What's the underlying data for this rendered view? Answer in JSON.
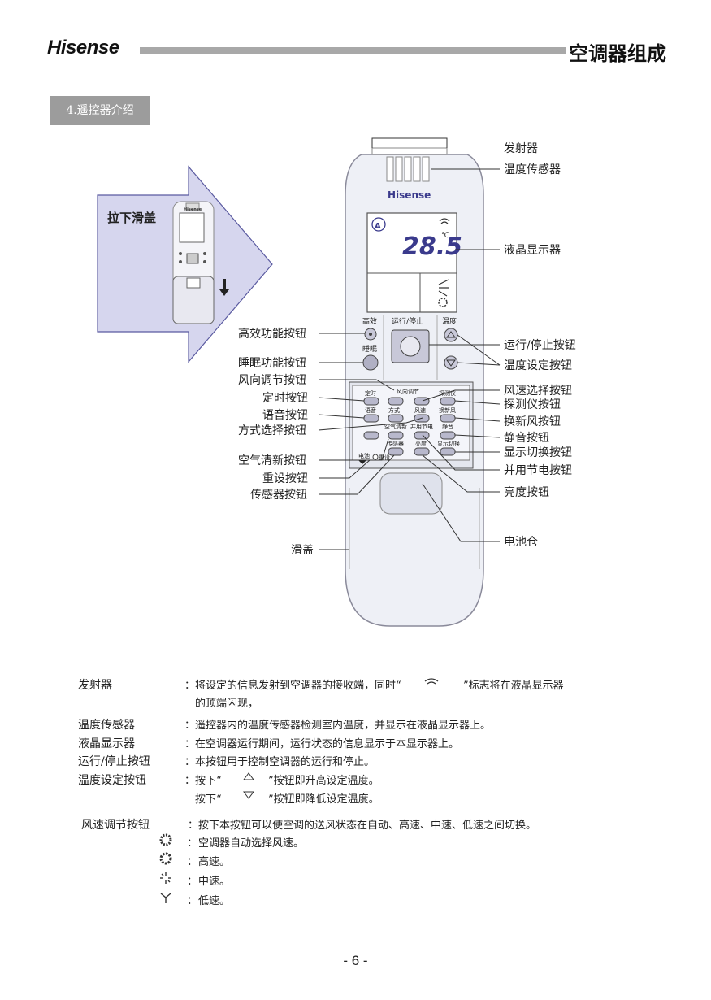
{
  "header": {
    "brand": "Hisense",
    "title": "空调器组成"
  },
  "section": {
    "label": "4.遥控器介绍"
  },
  "inset": {
    "label": "拉下滑盖",
    "brand_small": "Hisense"
  },
  "remote": {
    "brand": "Hisense",
    "temp": "28.5",
    "unit": "℃",
    "auto": "A",
    "btn_gaoxiao": "高效",
    "btn_shuimian": "睡眠",
    "btn_runstop": "运行/停止",
    "btn_temp": "温度",
    "row1": [
      "定时",
      "风向调节",
      "探测仪"
    ],
    "row2": [
      "语音",
      "方式",
      "风速",
      "换新风"
    ],
    "row3": [
      "空气清新",
      "并用节电",
      "静音"
    ],
    "row4": [
      "传感器",
      "亮度",
      "显示切换"
    ],
    "battery": "电池",
    "reset": "重设"
  },
  "callouts_left": [
    "高效功能按钮",
    "睡眠功能按钮",
    "风向调节按钮",
    "定时按钮",
    "语音按钮",
    "方式选择按钮",
    "空气清新按钮",
    "重设按钮",
    "传感器按钮",
    "滑盖"
  ],
  "callouts_right": [
    "发射器",
    "温度传感器",
    "液晶显示器",
    "运行/停止按钮",
    "温度设定按钮",
    "风速选择按钮",
    "探测仪按钮",
    "换新风按钮",
    "静音按钮",
    "显示切换按钮",
    "并用节电按钮",
    "亮度按钮",
    "电池仓"
  ],
  "descriptions": [
    {
      "term": "发射器",
      "colon": "：",
      "text": "将设定的信息发射到空调器的接收端，同时“",
      "text_b": "”标志将在液晶显示器",
      "line2": "的顶端闪现，"
    },
    {
      "term": "温度传感器",
      "colon": "：",
      "text": "遥控器内的温度传感器检测室内温度，并显示在液晶显示器上。"
    },
    {
      "term": "液晶显示器",
      "colon": "：",
      "text": "在空调器运行期间，运行状态的信息显示于本显示器上。"
    },
    {
      "term": "运行/停止按钮",
      "colon": "：",
      "text": "本按钮用于控制空调器的运行和停止。"
    },
    {
      "term": "温度设定按钮",
      "colon": "：",
      "text": "按下“",
      "text_b": "”按钮即升高设定温度。",
      "line2a": "按下“",
      "line2b": "”按钮即降低设定温度。"
    },
    {
      "term": "风速调节按钮",
      "colon": "：",
      "text": "按下本按钮可以使空调的送风状态在自动、高速、中速、低速之间切换。"
    }
  ],
  "fan_speeds": [
    {
      "icon": "fan-auto-icon",
      "colon": "：",
      "text": "空调器自动选择风速。"
    },
    {
      "icon": "fan-high-icon",
      "colon": "：",
      "text": "高速。"
    },
    {
      "icon": "fan-medium-icon",
      "colon": "：",
      "text": "中速。"
    },
    {
      "icon": "fan-low-icon",
      "colon": "：",
      "text": "低速。"
    }
  ],
  "page": {
    "number": "- 6 -"
  },
  "colors": {
    "accent": "#3a3a8c",
    "remote_body": "#eef0f6",
    "arrow_fill": "#d6d6ee"
  }
}
